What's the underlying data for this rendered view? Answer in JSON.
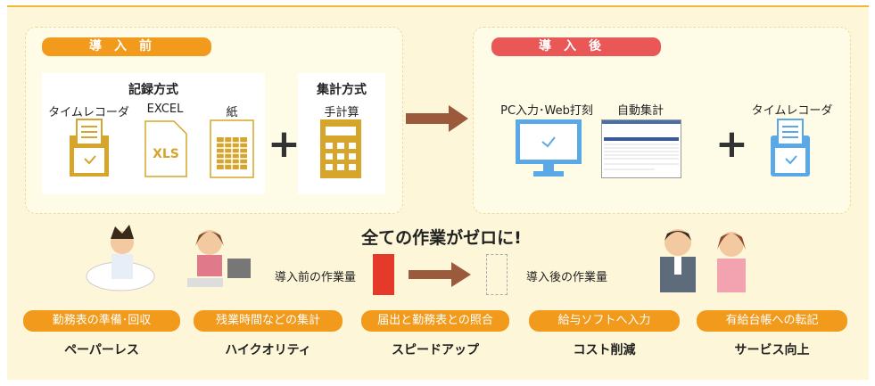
{
  "before": {
    "title": "導入前",
    "record_heading": "記録方式",
    "items": [
      "タイムレコーダ",
      "EXCEL",
      "紙"
    ],
    "xls": "XLS",
    "calc_heading": "集計方式",
    "calc_item": "手計算"
  },
  "after": {
    "title": "導入後",
    "items": [
      "PC入力･Web打刻",
      "自動集計",
      "タイムレコーダ"
    ]
  },
  "headline": "全ての作業がゼロに!",
  "workload": {
    "before_label": "導入前の作業量",
    "after_label": "導入後の作業量"
  },
  "tasks": [
    {
      "task": "勤務表の準備･回収",
      "benefit": "ペーパーレス"
    },
    {
      "task": "残業時間などの集計",
      "benefit": "ハイクオリティ"
    },
    {
      "task": "届出と勤務表との照合",
      "benefit": "スピードアップ"
    },
    {
      "task": "給与ソフトへ入力",
      "benefit": "コスト削減"
    },
    {
      "task": "有給台帳への転記",
      "benefit": "サービス向上"
    }
  ],
  "colors": {
    "orange": "#f29a1c",
    "red": "#e95757",
    "gold": "#d5a52c",
    "blue": "#5aa9e6",
    "arrow": "#9b5a3c"
  }
}
